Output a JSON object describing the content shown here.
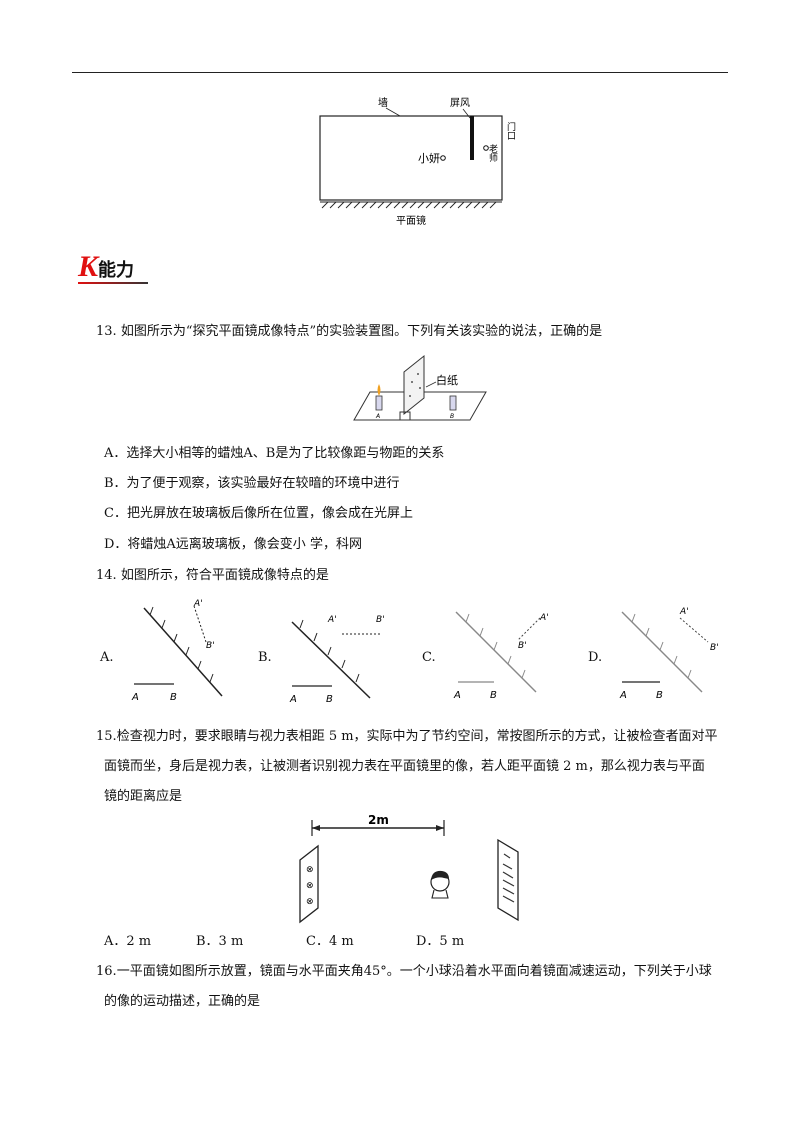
{
  "room_figure": {
    "wall_label": "墙",
    "screen_label": "屏风",
    "door_label": "门口",
    "teacher_label": "老师",
    "student_label": "小妍",
    "mirror_label": "平面镜"
  },
  "section": {
    "letter": "K",
    "title": "能力"
  },
  "q13": {
    "number": "13.",
    "stem": "如图所示为“探究平面镜成像特点”的实验装置图。下列有关该实验的说法，正确的是",
    "figure_label": "白纸",
    "candle_a": "A",
    "candle_b": "B",
    "options": [
      "A．选择大小相等的蜡烛A、B是为了比较像距与物距的关系",
      "B．为了便于观察，该实验最好在较暗的环境中进行",
      "C．把光屏放在玻璃板后像所在位置，像会成在光屏上",
      "D．将蜡烛A远离玻璃板，像会变小 学，科网"
    ]
  },
  "q14": {
    "number": "14.",
    "stem": "如图所示，符合平面镜成像特点的是",
    "option_letters": [
      "A.",
      "B.",
      "C.",
      "D."
    ],
    "point_a": "A",
    "point_b": "B",
    "image_a": "A'",
    "image_b": "B'"
  },
  "q15": {
    "number": "15.",
    "line1": "检查视力时，要求眼睛与视力表相距 5 m，实际中为了节约空间，常按图所示的方式，让被检查者面对平",
    "line2": "面镜而坐，身后是视力表，让被测者识别视力表在平面镜里的像，若人距平面镜 2 m，那么视力表与平面",
    "line3": "镜的距离应是",
    "figure_dim": "2m",
    "options": [
      "A．2 m",
      "B．3 m",
      "C．4 m",
      "D．5 m"
    ]
  },
  "q16": {
    "number": "16.",
    "line1": "一平面镜如图所示放置，镜面与水平面夹角45°。一个小球沿着水平面向着镜面减速运动，下列关于小球",
    "line2": "的像的运动描述，正确的是"
  }
}
